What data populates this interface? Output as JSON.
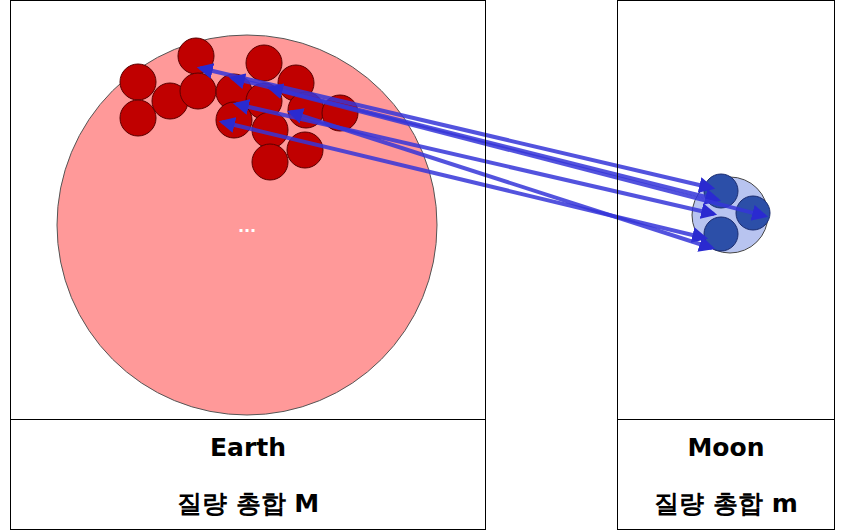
{
  "diagram": {
    "nodes": [
      {
        "text": [
          "Earth",
          "질량 총합 M"
        ]
      },
      {
        "text": [
          "Moon",
          "질량 총합 m"
        ]
      }
    ],
    "labels": [
      "..."
    ]
  }
}
